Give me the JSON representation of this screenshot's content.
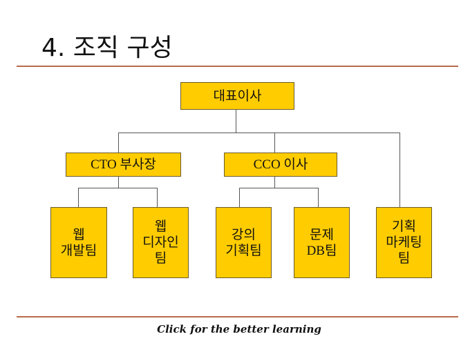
{
  "title": "4. 조직 구성",
  "org": {
    "ceo": "대표이사",
    "cto": "CTO 부사장",
    "cco": "CCO 이사",
    "teams": [
      "웹\n개발팀",
      "웹\n디자인\n팀",
      "강의\n기획팀",
      "문제\nDB팀",
      "기획\n마케팅\n팀"
    ]
  },
  "footer": "Click for the better learning",
  "colors": {
    "box": "#ffcc00",
    "rule": "#b8694a"
  }
}
